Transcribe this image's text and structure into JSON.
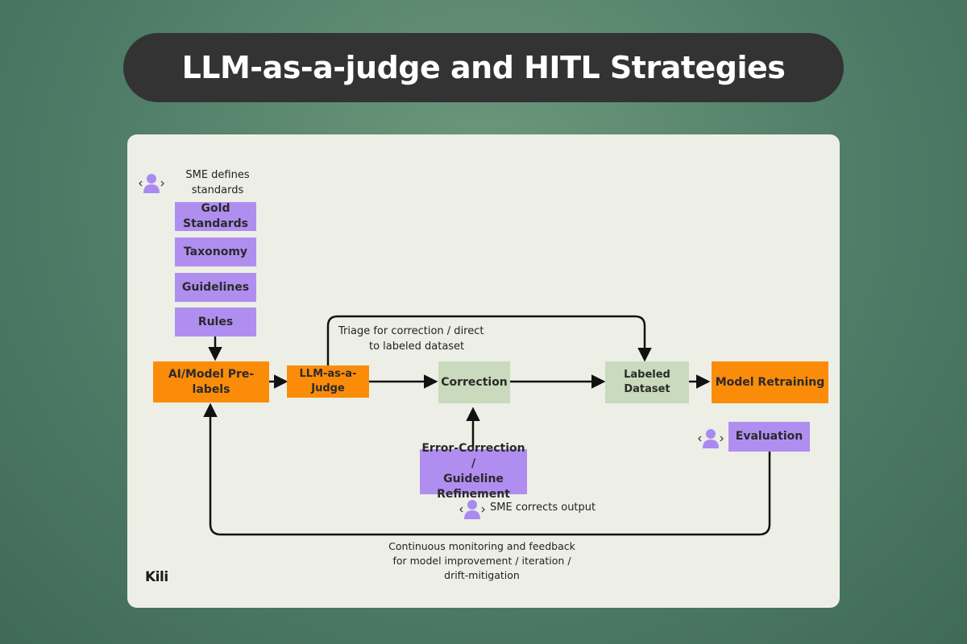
{
  "title": "LLM-as-a-judge and HITL Strategies",
  "sme_standards": {
    "caption_line1": "SME defines",
    "caption_line2": "standards",
    "items": [
      "Gold Standards",
      "Taxonomy",
      "Guidelines",
      "Rules"
    ]
  },
  "nodes": {
    "prelabels": "AI/Model Pre-labels",
    "judge": "LLM-as-a-Judge",
    "correction": "Correction",
    "labeled": "Labeled Dataset",
    "retraining": "Model Retraining",
    "evaluation": "Evaluation",
    "error_line1": "Error-Correction /",
    "error_line2": "Guideline Refinement"
  },
  "labels": {
    "triage_line1": "Triage for correction / direct",
    "triage_line2": "to labeled dataset",
    "sme_corrects": "SME corrects output",
    "feedback_line1": "Continuous monitoring and feedback",
    "feedback_line2": "for model improvement / iteration /",
    "feedback_line3": "drift-mitigation"
  },
  "logo": "Kili",
  "colors": {
    "purple": "#b08ef0",
    "orange": "#fb8c0a",
    "green": "#c9dabd",
    "icon": "#a98af0"
  },
  "icons": {
    "person": "person-with-chevrons-icon"
  }
}
